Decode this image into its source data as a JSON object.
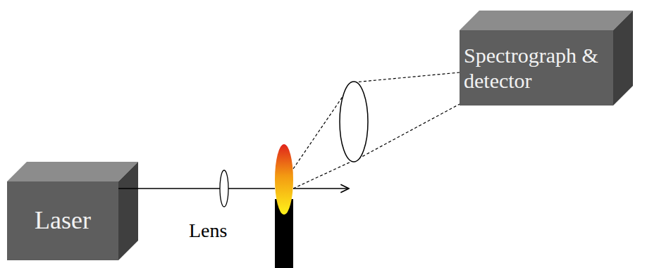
{
  "diagram": {
    "nodes": [
      {
        "text": [
          "Laser"
        ]
      },
      {
        "text": [
          "Spectrograph & detector"
        ]
      }
    ],
    "labels": [
      "Lens"
    ]
  }
}
